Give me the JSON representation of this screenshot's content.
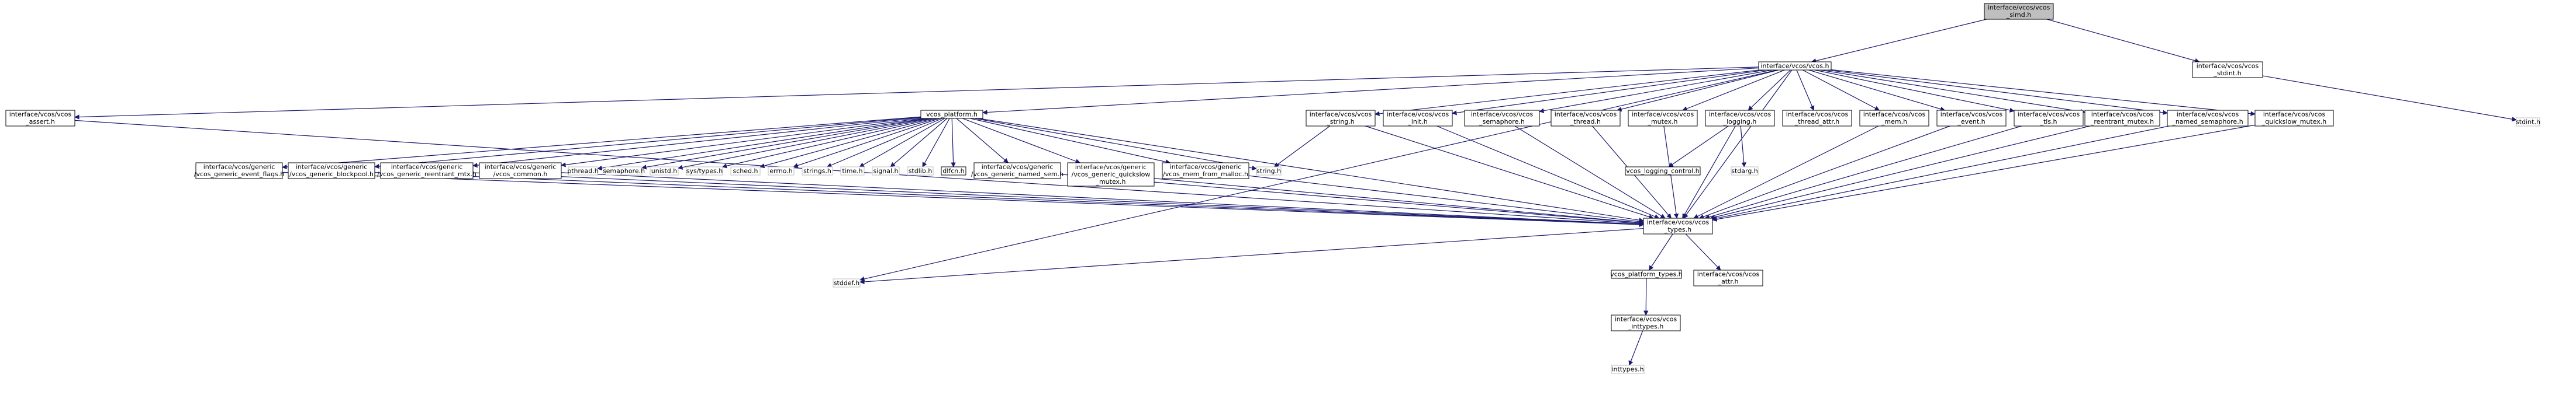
{
  "title": "",
  "graph": {
    "nodes": [
      {
        "id": "simd",
        "lines": [
          "interface/vcos/vcos",
          "_simd.h"
        ],
        "style": "gray"
      },
      {
        "id": "vcos",
        "lines": [
          "interface/vcos/vcos.h"
        ],
        "style": "normal"
      },
      {
        "id": "stdint",
        "lines": [
          "interface/vcos/vcos",
          "_stdint.h"
        ],
        "style": "normal"
      },
      {
        "id": "stdint_sys",
        "lines": [
          "stdint.h"
        ],
        "style": "light"
      },
      {
        "id": "assert",
        "lines": [
          "interface/vcos/vcos",
          "_assert.h"
        ],
        "style": "normal"
      },
      {
        "id": "platform",
        "lines": [
          "vcos_platform.h"
        ],
        "style": "normal"
      },
      {
        "id": "string_h",
        "lines": [
          "interface/vcos/vcos",
          "_string.h"
        ],
        "style": "normal"
      },
      {
        "id": "init",
        "lines": [
          "interface/vcos/vcos",
          "_init.h"
        ],
        "style": "normal"
      },
      {
        "id": "semaphore_h",
        "lines": [
          "interface/vcos/vcos",
          "_semaphore.h"
        ],
        "style": "normal"
      },
      {
        "id": "thread",
        "lines": [
          "interface/vcos/vcos",
          "_thread.h"
        ],
        "style": "normal"
      },
      {
        "id": "mutex",
        "lines": [
          "interface/vcos/vcos",
          "_mutex.h"
        ],
        "style": "normal"
      },
      {
        "id": "logging",
        "lines": [
          "interface/vcos/vcos",
          "_logging.h"
        ],
        "style": "normal"
      },
      {
        "id": "thread_attr",
        "lines": [
          "interface/vcos/vcos",
          "_thread_attr.h"
        ],
        "style": "normal"
      },
      {
        "id": "mem",
        "lines": [
          "interface/vcos/vcos",
          "_mem.h"
        ],
        "style": "normal"
      },
      {
        "id": "event",
        "lines": [
          "interface/vcos/vcos",
          "_event.h"
        ],
        "style": "normal"
      },
      {
        "id": "tls",
        "lines": [
          "interface/vcos/vcos",
          "_tls.h"
        ],
        "style": "normal"
      },
      {
        "id": "reentrant",
        "lines": [
          "interface/vcos/vcos",
          "_reentrant_mutex.h"
        ],
        "style": "normal"
      },
      {
        "id": "named_sem",
        "lines": [
          "interface/vcos/vcos",
          "_named_semaphore.h"
        ],
        "style": "normal"
      },
      {
        "id": "quickslow",
        "lines": [
          "interface/vcos/vcos",
          "_quickslow_mutex.h"
        ],
        "style": "normal"
      },
      {
        "id": "gen_event_flags",
        "lines": [
          "interface/vcos/generic",
          "/vcos_generic_event_flags.h"
        ],
        "style": "normal"
      },
      {
        "id": "gen_blockpool",
        "lines": [
          "interface/vcos/generic",
          "/vcos_generic_blockpool.h"
        ],
        "style": "normal"
      },
      {
        "id": "gen_reentrant",
        "lines": [
          "interface/vcos/generic",
          "/vcos_generic_reentrant_mtx.h"
        ],
        "style": "normal"
      },
      {
        "id": "gen_common",
        "lines": [
          "interface/vcos/generic",
          "/vcos_common.h"
        ],
        "style": "normal"
      },
      {
        "id": "pthread",
        "lines": [
          "pthread.h"
        ],
        "style": "light"
      },
      {
        "id": "semaphore_sys",
        "lines": [
          "semaphore.h"
        ],
        "style": "light"
      },
      {
        "id": "unistd",
        "lines": [
          "unistd.h"
        ],
        "style": "light"
      },
      {
        "id": "systypes",
        "lines": [
          "sys/types.h"
        ],
        "style": "light"
      },
      {
        "id": "sched",
        "lines": [
          "sched.h"
        ],
        "style": "light"
      },
      {
        "id": "errno",
        "lines": [
          "errno.h"
        ],
        "style": "light"
      },
      {
        "id": "strings",
        "lines": [
          "strings.h"
        ],
        "style": "light"
      },
      {
        "id": "time",
        "lines": [
          "time.h"
        ],
        "style": "light"
      },
      {
        "id": "signal",
        "lines": [
          "signal.h"
        ],
        "style": "light"
      },
      {
        "id": "stdlib",
        "lines": [
          "stdlib.h"
        ],
        "style": "light"
      },
      {
        "id": "dlfcn",
        "lines": [
          "dlfcn.h"
        ],
        "style": "normal"
      },
      {
        "id": "gen_named_sem",
        "lines": [
          "interface/vcos/generic",
          "/vcos_generic_named_sem.h"
        ],
        "style": "normal"
      },
      {
        "id": "gen_quickslow",
        "lines": [
          "interface/vcos/generic",
          "/vcos_generic_quickslow",
          "_mutex.h"
        ],
        "style": "normal"
      },
      {
        "id": "mem_from_malloc",
        "lines": [
          "interface/vcos/generic",
          "/vcos_mem_from_malloc.h"
        ],
        "style": "normal"
      },
      {
        "id": "string_sys",
        "lines": [
          "string.h"
        ],
        "style": "light"
      },
      {
        "id": "logging_control",
        "lines": [
          "vcos_logging_control.h"
        ],
        "style": "normal"
      },
      {
        "id": "stdarg",
        "lines": [
          "stdarg.h"
        ],
        "style": "light"
      },
      {
        "id": "types",
        "lines": [
          "interface/vcos/vcos",
          "_types.h"
        ],
        "style": "normal"
      },
      {
        "id": "stddef",
        "lines": [
          "stddef.h"
        ],
        "style": "light"
      },
      {
        "id": "platform_types",
        "lines": [
          "vcos_platform_types.h"
        ],
        "style": "normal"
      },
      {
        "id": "attr",
        "lines": [
          "interface/vcos/vcos",
          "_attr.h"
        ],
        "style": "normal"
      },
      {
        "id": "inttypes_vcos",
        "lines": [
          "interface/vcos/vcos",
          "_inttypes.h"
        ],
        "style": "normal"
      },
      {
        "id": "inttypes_sys",
        "lines": [
          "inttypes.h"
        ],
        "style": "light"
      }
    ],
    "edges": [
      [
        "simd",
        "vcos"
      ],
      [
        "simd",
        "stdint"
      ],
      [
        "stdint",
        "stdint_sys"
      ],
      [
        "vcos",
        "assert"
      ],
      [
        "vcos",
        "platform"
      ],
      [
        "vcos",
        "string_h"
      ],
      [
        "vcos",
        "init"
      ],
      [
        "vcos",
        "semaphore_h"
      ],
      [
        "vcos",
        "thread"
      ],
      [
        "vcos",
        "mutex"
      ],
      [
        "vcos",
        "logging"
      ],
      [
        "vcos",
        "thread_attr"
      ],
      [
        "vcos",
        "mem"
      ],
      [
        "vcos",
        "event"
      ],
      [
        "vcos",
        "tls"
      ],
      [
        "vcos",
        "reentrant"
      ],
      [
        "vcos",
        "named_sem"
      ],
      [
        "vcos",
        "quickslow"
      ],
      [
        "vcos",
        "types"
      ],
      [
        "vcos",
        "stddef"
      ],
      [
        "platform",
        "gen_event_flags"
      ],
      [
        "platform",
        "gen_blockpool"
      ],
      [
        "platform",
        "gen_reentrant"
      ],
      [
        "platform",
        "gen_common"
      ],
      [
        "platform",
        "pthread"
      ],
      [
        "platform",
        "semaphore_sys"
      ],
      [
        "platform",
        "unistd"
      ],
      [
        "platform",
        "systypes"
      ],
      [
        "platform",
        "sched"
      ],
      [
        "platform",
        "errno"
      ],
      [
        "platform",
        "strings"
      ],
      [
        "platform",
        "time"
      ],
      [
        "platform",
        "signal"
      ],
      [
        "platform",
        "stdlib"
      ],
      [
        "platform",
        "dlfcn"
      ],
      [
        "platform",
        "gen_named_sem"
      ],
      [
        "platform",
        "gen_quickslow"
      ],
      [
        "platform",
        "mem_from_malloc"
      ],
      [
        "platform",
        "string_sys"
      ],
      [
        "platform",
        "types"
      ],
      [
        "assert",
        "types"
      ],
      [
        "gen_event_flags",
        "types"
      ],
      [
        "gen_blockpool",
        "types"
      ],
      [
        "gen_reentrant",
        "types"
      ],
      [
        "gen_common",
        "types"
      ],
      [
        "gen_named_sem",
        "types"
      ],
      [
        "gen_quickslow",
        "types"
      ],
      [
        "mem_from_malloc",
        "types"
      ],
      [
        "string_h",
        "types"
      ],
      [
        "string_h",
        "string_sys"
      ],
      [
        "init",
        "types"
      ],
      [
        "semaphore_h",
        "types"
      ],
      [
        "thread",
        "types"
      ],
      [
        "mutex",
        "types"
      ],
      [
        "logging",
        "types"
      ],
      [
        "logging",
        "logging_control"
      ],
      [
        "logging",
        "stdarg"
      ],
      [
        "mem",
        "types"
      ],
      [
        "event",
        "types"
      ],
      [
        "tls",
        "types"
      ],
      [
        "reentrant",
        "types"
      ],
      [
        "named_sem",
        "types"
      ],
      [
        "quickslow",
        "types"
      ],
      [
        "types",
        "stddef"
      ],
      [
        "types",
        "platform_types"
      ],
      [
        "types",
        "attr"
      ],
      [
        "platform_types",
        "inttypes_vcos"
      ],
      [
        "inttypes_vcos",
        "inttypes_sys"
      ]
    ]
  }
}
